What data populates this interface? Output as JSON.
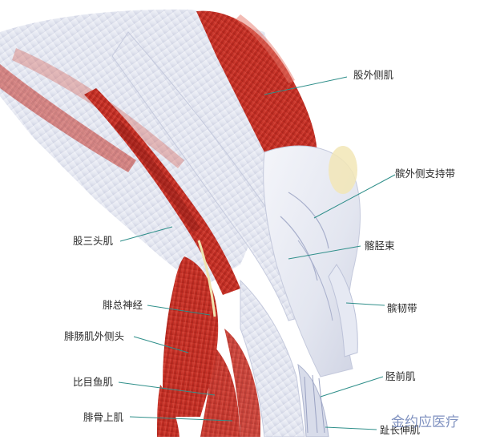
{
  "figure": {
    "subject": "knee-lateral-muscles-illustration",
    "labels": {
      "vastus_lateralis": "股外侧肌",
      "lateral_patellar_retinaculum": "髌外侧支持带",
      "biceps_femoris": "股三头肌",
      "iliotibial_tract": "髂胫束",
      "common_peroneal_nerve": "腓总神经",
      "patellar_ligament": "髌韧带",
      "gastrocnemius_lateral_head": "腓肠肌外侧头",
      "soleus": "比目鱼肌",
      "tibialis_anterior": "胫前肌",
      "peroneus_longus": "腓骨上肌",
      "extensor_digitorum_longus": "趾长伸肌"
    },
    "watermark": "金约应医疗"
  },
  "colors": {
    "muscle": "#c8342a",
    "muscle_dark": "#9e2219",
    "tendon": "#e9ecf4",
    "tendon_shade": "#b9bfd6",
    "leader": "#2f8f8a",
    "accent": "#f1e4b0"
  }
}
